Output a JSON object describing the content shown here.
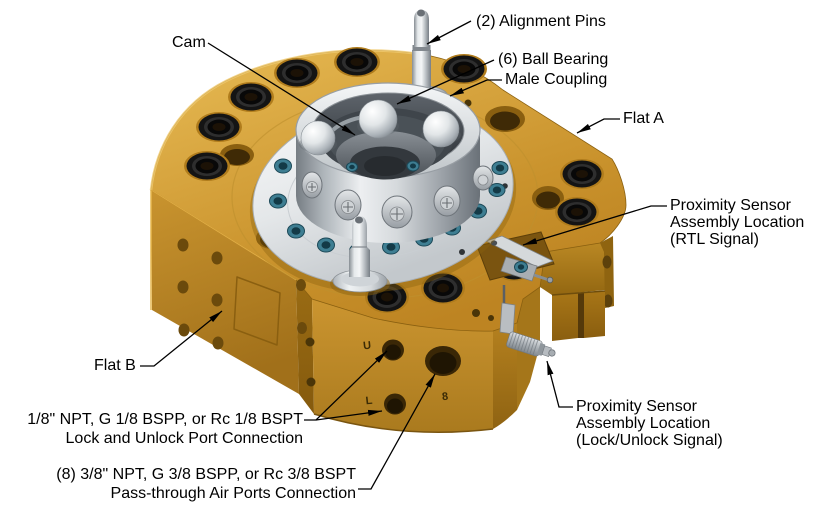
{
  "figure": {
    "background": "#FFFFFF",
    "labels": {
      "alignment_pins": "(2) Alignment Pins",
      "cam": "Cam",
      "ball_bearing": "(6) Ball Bearing",
      "male_coupling": "Male Coupling",
      "flat_a": "Flat A",
      "proximity_rtl": "Proximity Sensor\nAssembly Location\n(RTL Signal)",
      "flat_b": "Flat B",
      "lock_unlock_ports": "1/8\" NPT, G 1/8 BSPP, or Rc 1/8 BSPT\nLock and Unlock Port Connection",
      "passthrough_ports": "(8) 3/8\" NPT, G 3/8 BSPP, or Rc 3/8 BSPT\nPass-through Air Ports Connection",
      "proximity_lock_unlock": "Proximity Sensor\nAssembly Location\n(Lock/Unlock Signal)"
    },
    "port_markings": {
      "unlock": "U",
      "lock": "L",
      "passthrough": "8"
    },
    "colors": {
      "body_gold": "#CE9732",
      "body_gold_dark": "#9C6E14",
      "steel": "#D9DDE0",
      "teal_screw": "#3E7E92",
      "rubber_black": "#141414",
      "leader_line": "#000000",
      "port_marking": "#3B2B05"
    }
  }
}
